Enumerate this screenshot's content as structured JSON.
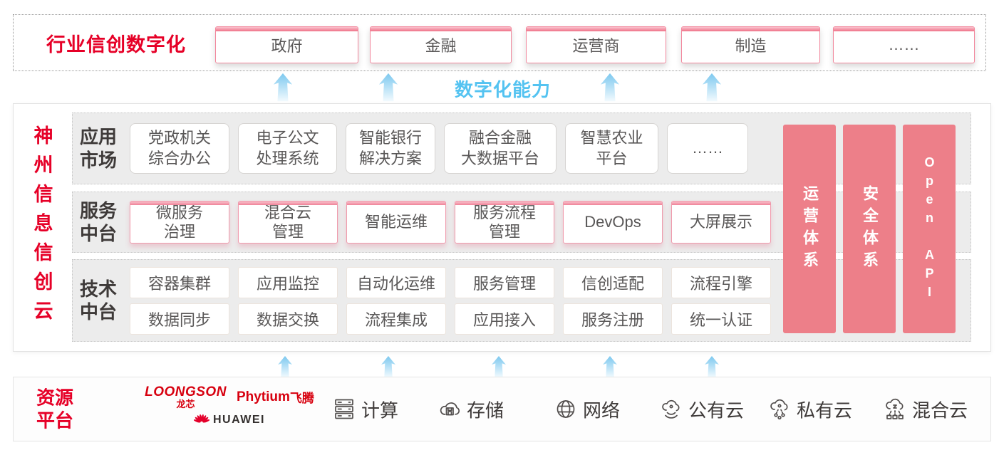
{
  "colors": {
    "accent_red": "#e60027",
    "pillar_salmon": "#ed7f89",
    "capability_blue": "#54c3f1",
    "box_text_gray": "#595757",
    "vendor_red": "#d7000f"
  },
  "top": {
    "title": "行业信创数字化",
    "industries": [
      "政府",
      "金融",
      "运营商",
      "制造",
      "……"
    ]
  },
  "capability": {
    "label": "数字化能力"
  },
  "platform": {
    "title": "神州信息信创云",
    "app_row": {
      "label": "应用\n市场",
      "boxes": [
        "党政机关\n综合办公",
        "电子公文\n处理系统",
        "智能银行\n解决方案",
        "融合金融\n大数据平台",
        "智慧农业\n平台",
        "……"
      ]
    },
    "service_row": {
      "label": "服务\n中台",
      "boxes": [
        "微服务\n治理",
        "混合云\n管理",
        "智能运维",
        "服务流程\n管理",
        "DevOps",
        "大屏展示"
      ]
    },
    "tech_row": {
      "label": "技术\n中台",
      "boxes_top": [
        "容器集群",
        "应用监控",
        "自动化运维",
        "服务管理",
        "信创适配",
        "流程引擎"
      ],
      "boxes_bottom": [
        "数据同步",
        "数据交换",
        "流程集成",
        "应用接入",
        "服务注册",
        "统一认证"
      ]
    },
    "pillars": [
      "运营体系",
      "安全体系",
      "Open API"
    ]
  },
  "resources": {
    "label": "资源\n平台",
    "vendors": {
      "loongson": "LOONGSON",
      "loongson_cn": "龙芯",
      "phytium": "Phytium",
      "phytium_cn": "飞腾",
      "huawei": "HUAWEI"
    },
    "items": [
      {
        "icon": "server-icon",
        "label": "计算"
      },
      {
        "icon": "storage-icon",
        "label": "存储"
      },
      {
        "icon": "network-icon",
        "label": "网络"
      },
      {
        "icon": "public-cloud-icon",
        "label": "公有云"
      },
      {
        "icon": "private-cloud-icon",
        "label": "私有云"
      },
      {
        "icon": "hybrid-cloud-icon",
        "label": "混合云"
      }
    ]
  }
}
